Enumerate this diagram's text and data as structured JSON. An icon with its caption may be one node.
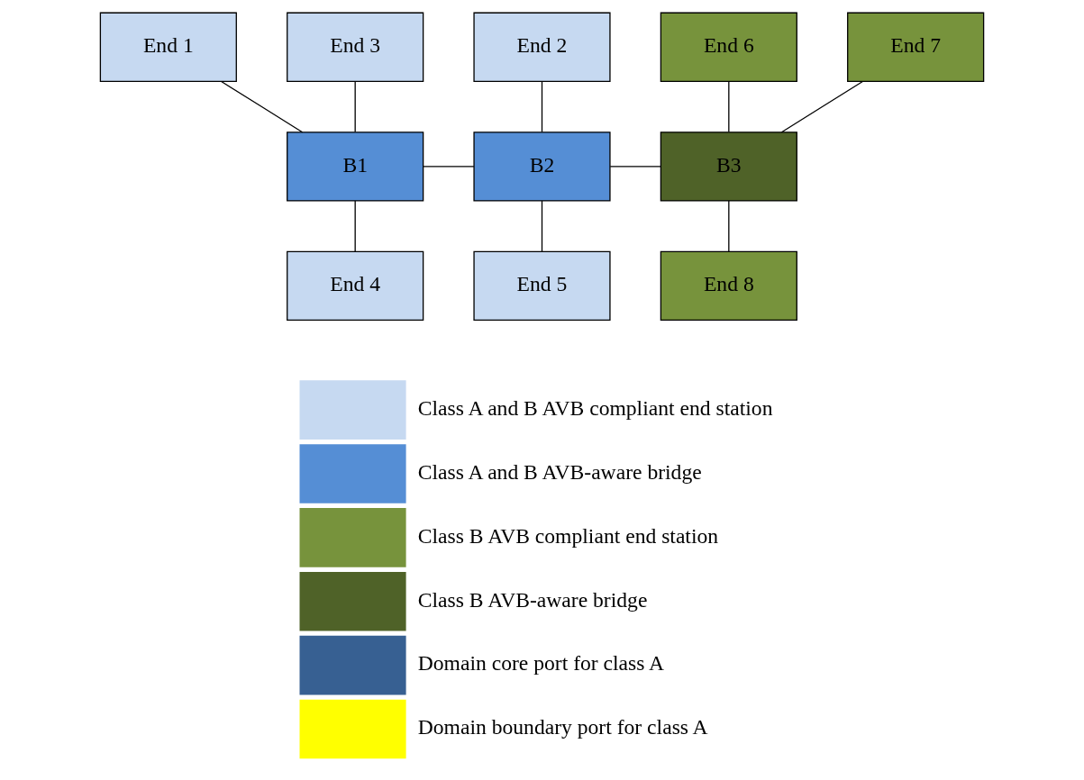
{
  "diagram": {
    "nodes": [
      {
        "text": [
          "End 1"
        ]
      },
      {
        "text": [
          "End 2"
        ]
      },
      {
        "text": [
          "End 6"
        ]
      },
      {
        "text": [
          "End 3"
        ]
      },
      {
        "text": [
          "End 7"
        ]
      },
      {
        "text": [
          "B1"
        ]
      },
      {
        "text": [
          "B2"
        ]
      },
      {
        "text": [
          "B3"
        ]
      },
      {
        "text": [
          "End 4"
        ]
      },
      {
        "text": [
          "End 5"
        ]
      },
      {
        "text": [
          "End 8"
        ]
      }
    ],
    "edges": [
      {
        "from": 3,
        "to": 5,
        "arrow": "none"
      },
      {
        "from": 0,
        "to": 5,
        "arrow": "none"
      },
      {
        "from": 5,
        "to": 8,
        "arrow": "none"
      },
      {
        "from": 5,
        "to": 6,
        "arrow": "none"
      },
      {
        "from": 1,
        "to": 6,
        "arrow": "none"
      },
      {
        "from": 6,
        "to": 9,
        "arrow": "none"
      },
      {
        "from": 6,
        "to": 7,
        "arrow": "none"
      },
      {
        "from": 2,
        "to": 7,
        "arrow": "none"
      },
      {
        "from": 7,
        "to": 4,
        "arrow": "none"
      },
      {
        "from": 7,
        "to": 10,
        "arrow": "none"
      }
    ],
    "legend": [
      {
        "text": "Class A and B AVB compliant end station",
        "color": "#c6d9f1"
      },
      {
        "text": "Class A and B AVB-aware bridge",
        "color": "#558ed5"
      },
      {
        "text": "Class B AVB compliant end station",
        "color": "#77933c"
      },
      {
        "text": "Class B AVB-aware bridge",
        "color": "#4f6228"
      },
      {
        "text": "Domain core port for class A",
        "color": "#376092"
      },
      {
        "text": "Domain boundary port for class A",
        "color": "#ffff00"
      }
    ]
  }
}
